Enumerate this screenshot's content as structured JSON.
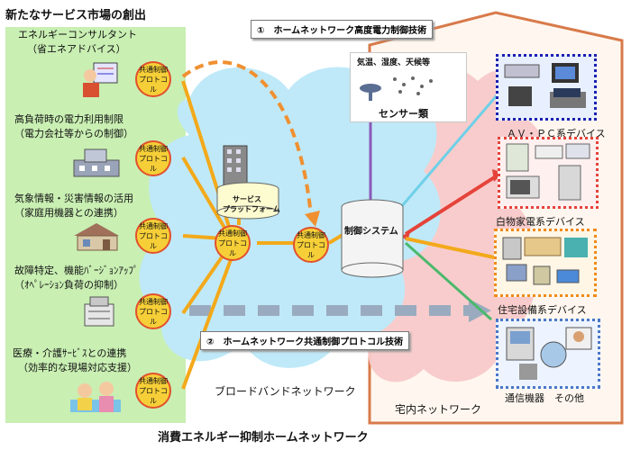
{
  "title": "新たなサービス市場の創出",
  "footer": "消費エネルギー抑制ホームネットワーク",
  "services": [
    {
      "line1": "エネルギーコンサルタント",
      "line2": "（省エネアドバイス）"
    },
    {
      "line1": "高負荷時の電力利用制限",
      "line2": "（電力会社等からの制御）"
    },
    {
      "line1": "気象情報・災害情報の活用",
      "line2": "（家庭用機器との連携）"
    },
    {
      "line1": "故障特定、機能ﾊﾞｰｼﾞｮﾝｱｯﾌﾟ",
      "line2": "（ｵﾍﾟﾚｰｼｮﾝ負荷の抑制）"
    },
    {
      "line1": "医療・介護ｻｰﾋﾞｽとの連携",
      "line2": "（効率的な現場対応支援）"
    }
  ],
  "badge": {
    "line1": "共通制御",
    "line2": "プロトコル"
  },
  "platform": {
    "line1": "サービス",
    "line2": "プラットフォーム"
  },
  "control_system": "制御システム",
  "sensor": {
    "caption": "気温、湿度、天候等",
    "label": "センサー類"
  },
  "tech1": "①　ホームネットワーク高度電力制御技術",
  "tech2": "②　ホームネットワーク共通制御プロトコル技術",
  "broadband": "ブロードバンドネットワーク",
  "home_network": "宅内ネットワーク",
  "devices": [
    "ＡＶ・ＰＣ系デバイス",
    "白物家電系デバイス",
    "住宅設備系デバイス",
    "通信機器　その他"
  ],
  "colors": {
    "green_area": "#c9efb3",
    "broadband_cloud": "#bfe9f8",
    "home_cloud": "#f8c9c9",
    "badge": "#f6cf38",
    "house_outline": "#d87a4a"
  }
}
